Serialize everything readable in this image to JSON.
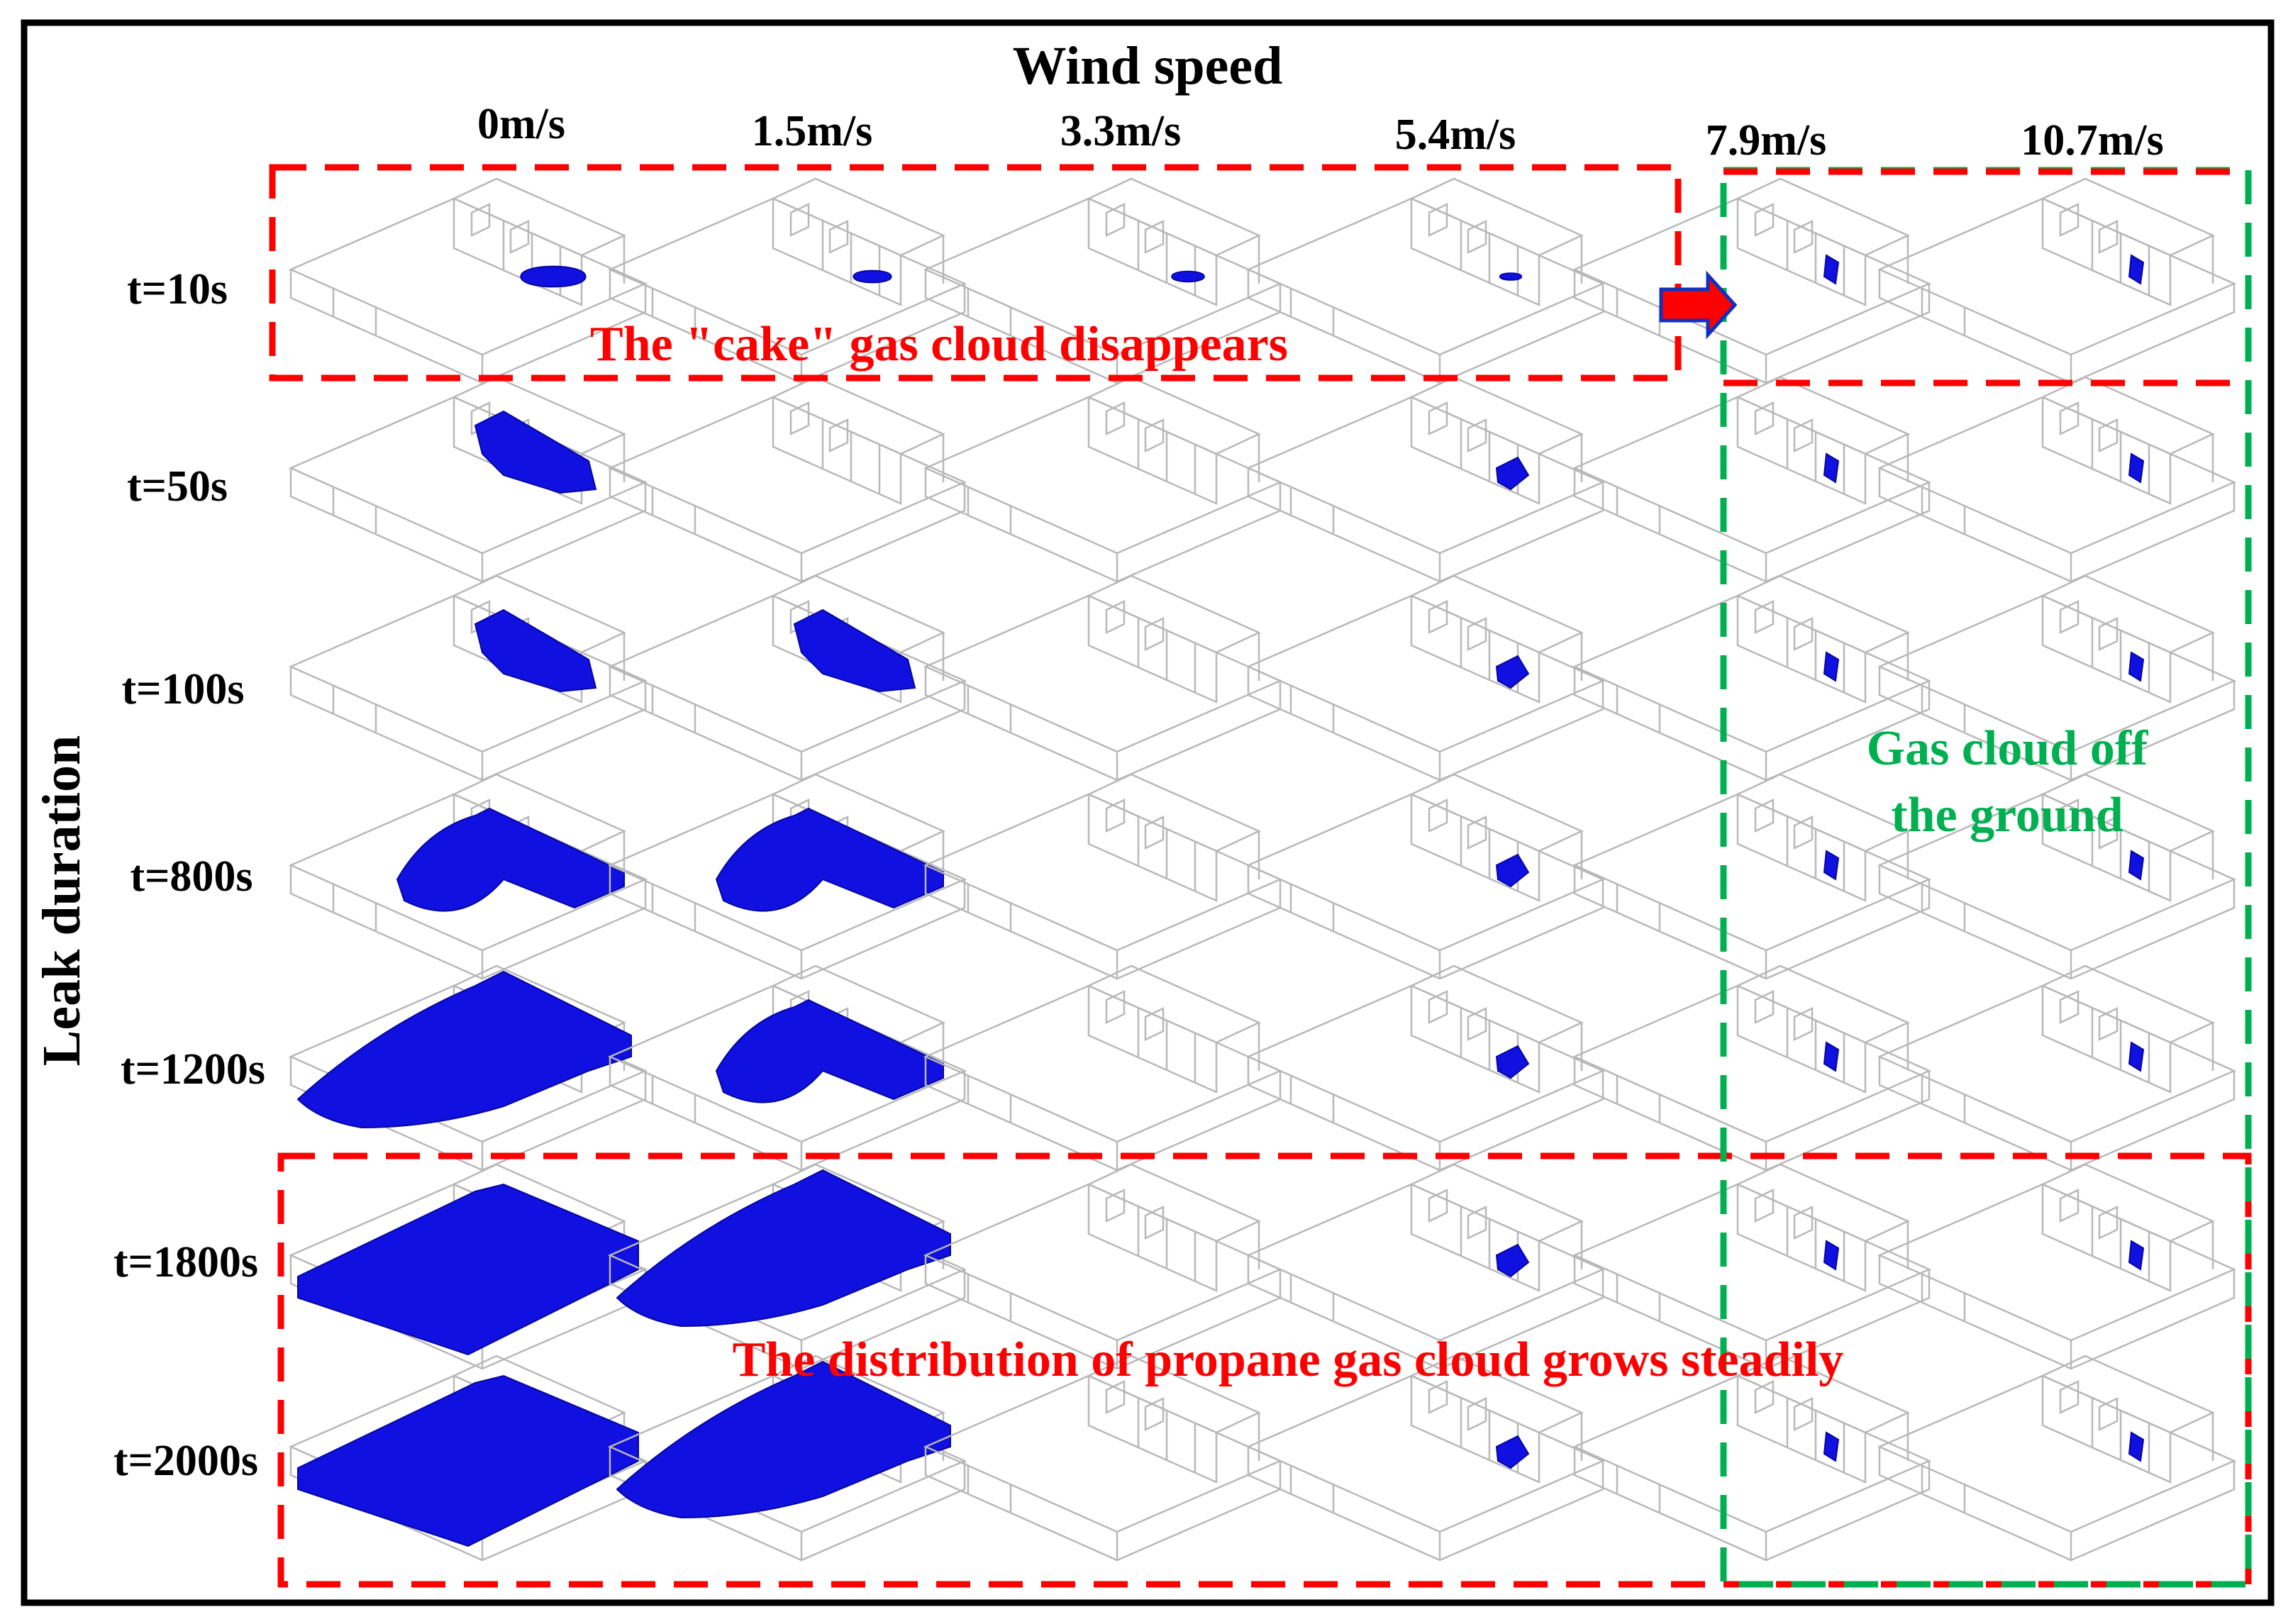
{
  "figure": {
    "column_axis_title": "Wind speed",
    "row_axis_title": "Leak duration",
    "columns": [
      "0m/s",
      "1.5m/s",
      "3.3m/s",
      "5.4m/s",
      "7.9m/s",
      "10.7m/s"
    ],
    "rows": [
      "t=10s",
      "t=50s",
      "t=100s",
      "t=800s",
      "t=1200s",
      "t=1800s",
      "t=2000s"
    ],
    "annotations": {
      "cake_disappears": "The \"cake\" gas cloud disappears",
      "off_ground": [
        "Gas cloud off",
        "the ground"
      ],
      "grows_steadily": "The distribution of propane gas cloud grows steadily"
    },
    "colors": {
      "cloud": "#1010e0",
      "red_box": "#ff0000",
      "green_box": "#00b050",
      "frame": "#000000"
    }
  }
}
